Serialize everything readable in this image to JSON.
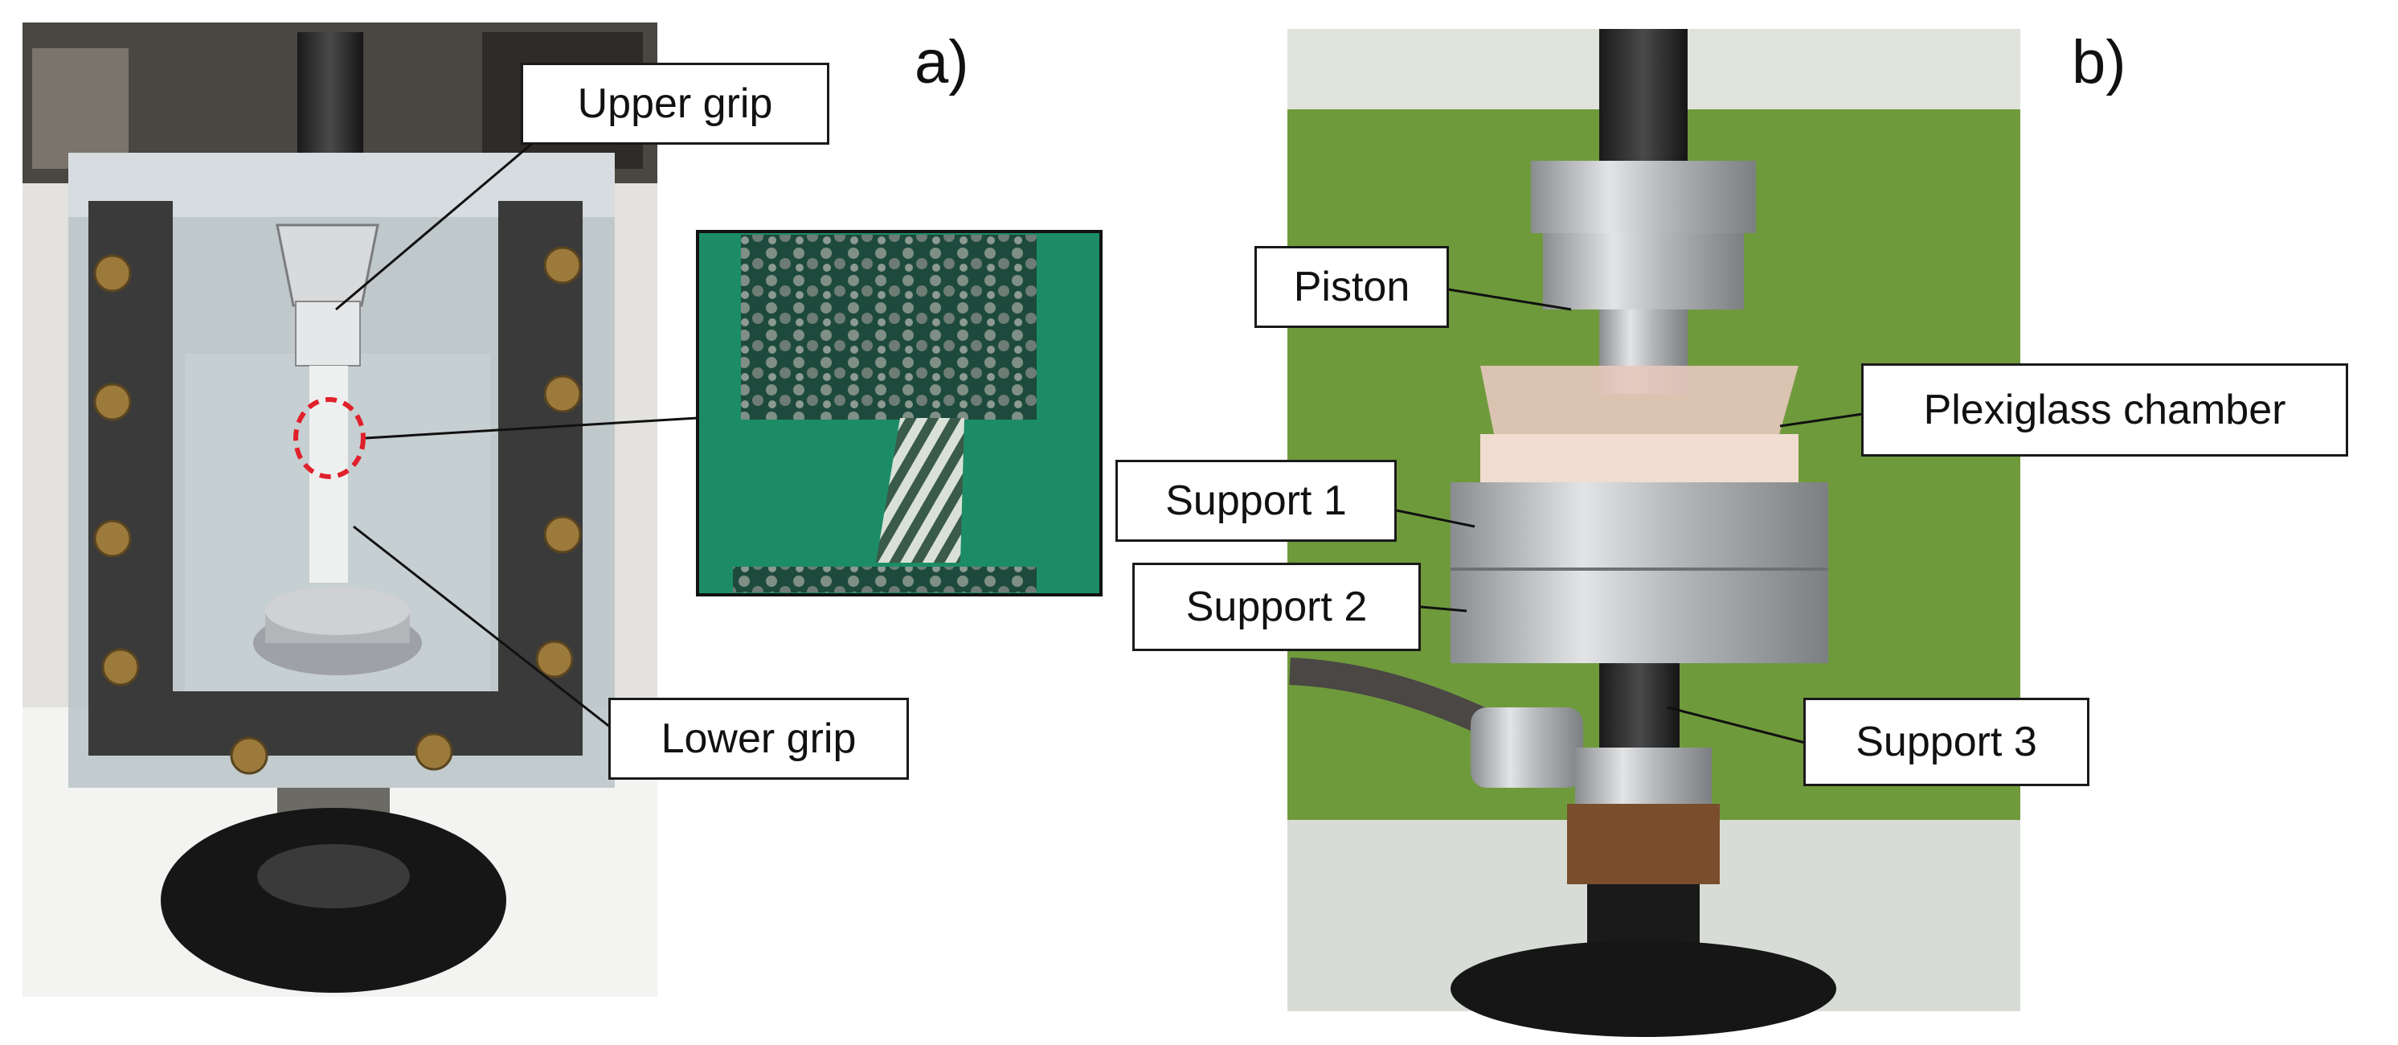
{
  "panels": {
    "a": {
      "label": "a)",
      "callouts": {
        "upper_grip": "Upper grip",
        "lower_grip": "Lower grip"
      }
    },
    "b": {
      "label": "b)",
      "callouts": {
        "piston": "Piston",
        "plexiglass_chamber": "Plexiglass chamber",
        "support_1": "Support 1",
        "support_2": "Support 2",
        "support_3": "Support 3"
      }
    }
  },
  "colors": {
    "acrylic_box": "#b9c3c7",
    "foam_frame": "#3a3a3a",
    "screw": "#9c7a3c",
    "inset_water": "#1c8c66",
    "green_wall": "#6f9a3c",
    "aluminum": "#c7cacd",
    "highlight_ring": "#e0202a"
  }
}
